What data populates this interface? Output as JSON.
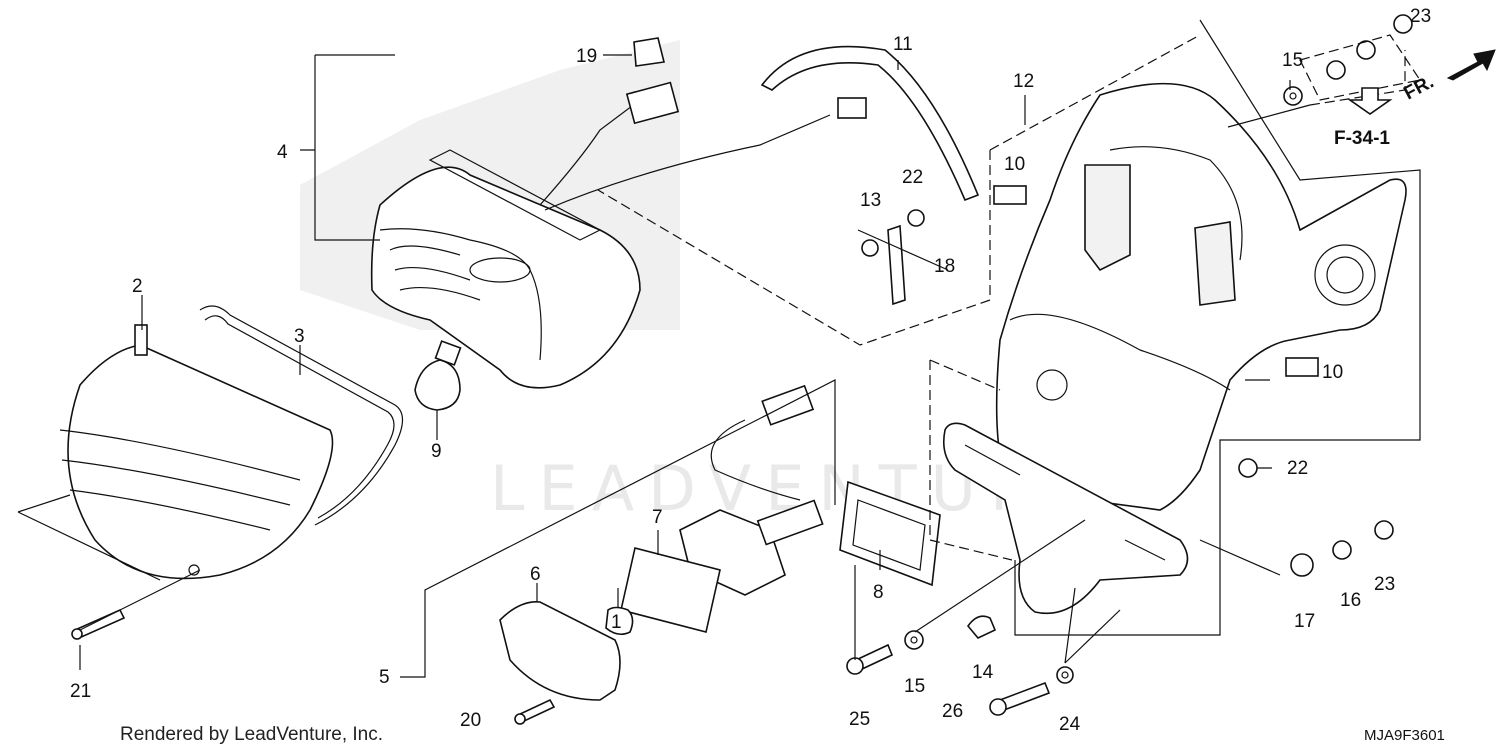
{
  "callouts": [
    {
      "id": "c1",
      "label": "1"
    },
    {
      "id": "c2",
      "label": "2"
    },
    {
      "id": "c3",
      "label": "3"
    },
    {
      "id": "c4",
      "label": "4"
    },
    {
      "id": "c5",
      "label": "5"
    },
    {
      "id": "c6",
      "label": "6"
    },
    {
      "id": "c7",
      "label": "7"
    },
    {
      "id": "c8",
      "label": "8"
    },
    {
      "id": "c9",
      "label": "9"
    },
    {
      "id": "c10a",
      "label": "10"
    },
    {
      "id": "c10b",
      "label": "10"
    },
    {
      "id": "c11",
      "label": "11"
    },
    {
      "id": "c12",
      "label": "12"
    },
    {
      "id": "c13",
      "label": "13"
    },
    {
      "id": "c14",
      "label": "14"
    },
    {
      "id": "c15a",
      "label": "15"
    },
    {
      "id": "c15b",
      "label": "15"
    },
    {
      "id": "c16",
      "label": "16"
    },
    {
      "id": "c17",
      "label": "17"
    },
    {
      "id": "c18",
      "label": "18"
    },
    {
      "id": "c19",
      "label": "19"
    },
    {
      "id": "c20",
      "label": "20"
    },
    {
      "id": "c21",
      "label": "21"
    },
    {
      "id": "c22a",
      "label": "22"
    },
    {
      "id": "c22b",
      "label": "22"
    },
    {
      "id": "c23a",
      "label": "23"
    },
    {
      "id": "c23b",
      "label": "23"
    },
    {
      "id": "c24",
      "label": "24"
    },
    {
      "id": "c25",
      "label": "25"
    },
    {
      "id": "c26",
      "label": "26"
    }
  ],
  "reference": "F-34-1",
  "front_marker": "FR.",
  "footer_credit": "Rendered by LeadVenture, Inc.",
  "diagram_code": "MJA9F3601",
  "watermark": "LEADVENTURE"
}
